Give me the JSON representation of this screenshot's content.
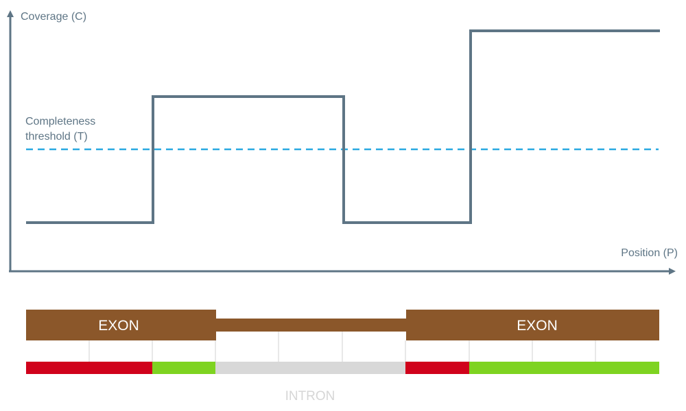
{
  "y_axis_label": "Coverage (C)",
  "x_axis_label": "Position (P)",
  "threshold_label_line1": "Completeness",
  "threshold_label_line2": "threshold (T)",
  "exon_label": "EXON",
  "intron_label": "INTRON",
  "colors": {
    "axis": "#5e7585",
    "coverage_line": "#5e7585",
    "threshold": "#29a9e1",
    "exon": "#8b572a",
    "below_threshold": "#d0021b",
    "above_threshold": "#7ed321",
    "intron_bin": "#d8d8d8",
    "bin_divider": "#e0e0e0"
  },
  "coverage_levels": [
    "low",
    "high",
    "low",
    "very-high"
  ],
  "segments": [
    {
      "type": "exon",
      "label": "EXON"
    },
    {
      "type": "intron",
      "label": "INTRON"
    },
    {
      "type": "exon",
      "label": "EXON"
    }
  ],
  "bins": [
    {
      "region": "exon",
      "status": "below"
    },
    {
      "region": "exon",
      "status": "below"
    },
    {
      "region": "exon",
      "status": "above"
    },
    {
      "region": "intron",
      "status": "none"
    },
    {
      "region": "intron",
      "status": "none"
    },
    {
      "region": "intron",
      "status": "none"
    },
    {
      "region": "exon",
      "status": "below"
    },
    {
      "region": "exon",
      "status": "above"
    },
    {
      "region": "exon",
      "status": "above"
    },
    {
      "region": "exon",
      "status": "above"
    }
  ]
}
